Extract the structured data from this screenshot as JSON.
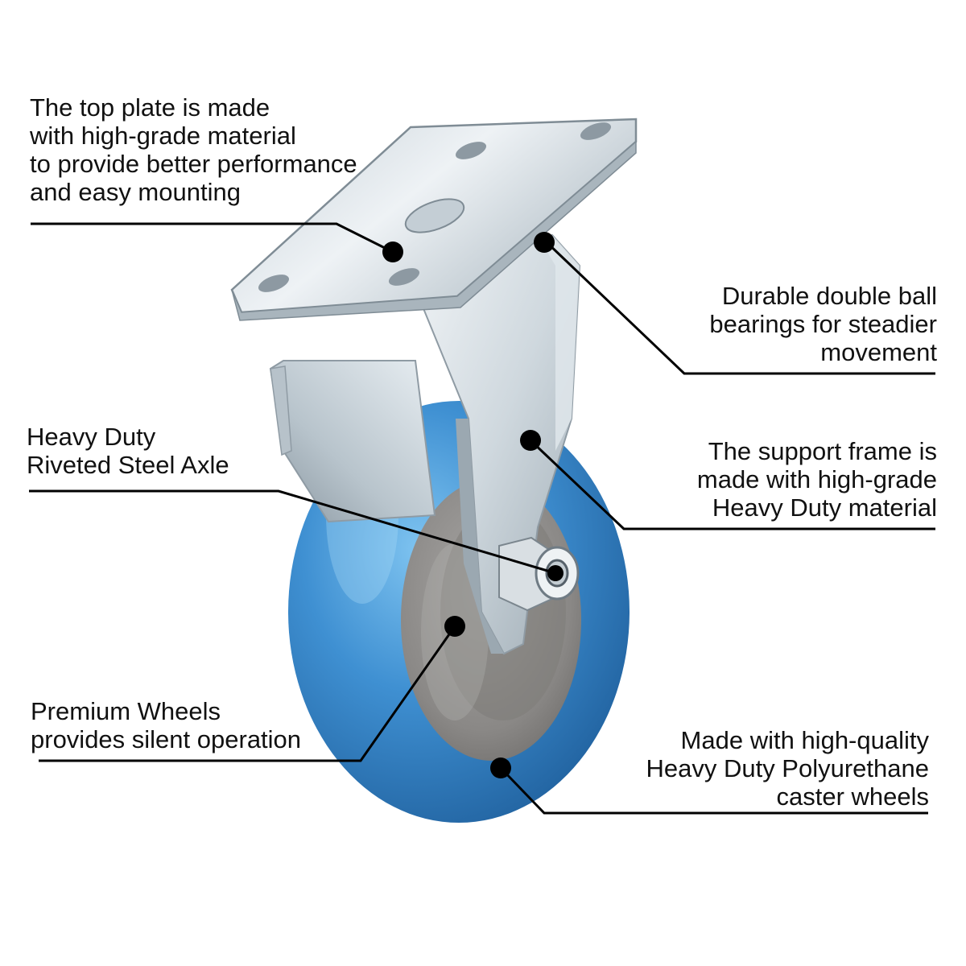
{
  "callouts": {
    "top_plate": {
      "lines": [
        "The top plate is made",
        "with high-grade material",
        "to provide better performance",
        "and easy mounting"
      ]
    },
    "bearings": {
      "lines": [
        "Durable double ball",
        "bearings for steadier",
        "movement"
      ]
    },
    "axle": {
      "lines": [
        "Heavy Duty",
        "Riveted Steel Axle"
      ]
    },
    "frame": {
      "lines": [
        "The support frame is",
        "made with high-grade",
        "Heavy Duty material"
      ]
    },
    "wheels": {
      "lines": [
        "Premium Wheels",
        "provides silent operation"
      ]
    },
    "polyurethane": {
      "lines": [
        "Made with high-quality",
        "Heavy Duty Polyurethane",
        "caster wheels"
      ]
    }
  },
  "colors": {
    "wheel_blue": "#3d8fd0",
    "hub_gray": "#8f8d8b",
    "steel": "#d5dde3",
    "text": "#111111",
    "leader": "#000000"
  }
}
